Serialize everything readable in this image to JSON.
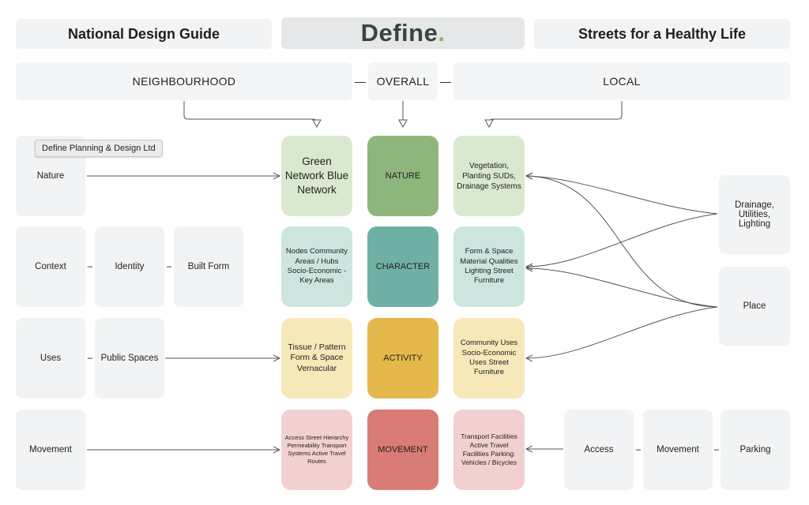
{
  "header": {
    "left_title": "National Design Guide",
    "logo_text": "Define",
    "logo_dot": ".",
    "right_title": "Streets for a Healthy Life"
  },
  "scopes": {
    "neighbourhood": "NEIGHBOURHOOD",
    "overall": "OVERALL",
    "local": "LOCAL",
    "dash": "—"
  },
  "badge": "Define Planning & Design Ltd",
  "left_items": {
    "nature": "Nature",
    "context": "Context",
    "identity": "Identity",
    "built_form": "Built Form",
    "uses": "Uses",
    "public_spaces": "Public Spaces",
    "movement": "Movement",
    "dash": "–"
  },
  "neighbourhood_cards": {
    "nature": "Green Network Blue Network",
    "character": "Nodes Community Areas / Hubs Socio-Economic - Key Areas",
    "activity": "Tissue / Pattern Form & Space Vernacular",
    "movement": "Access Street Hierarchy Permeability Transport Systems Active Travel Routes"
  },
  "overall_cards": {
    "nature": "NATURE",
    "character": "CHARACTER",
    "activity": "ACTIVITY",
    "movement": "MOVEMENT"
  },
  "local_cards": {
    "nature": "Vegetation, Planting SUDs, Drainage Systems",
    "character": "Form & Space Material Qualities Lighting Street Furniture",
    "activity": "Community Uses Socio-Economic Uses Street Furniture",
    "movement": "Transport Facilities Active Travel Facilities Parking: Vehicles / Bicycles"
  },
  "right_items": {
    "drainage": "Drainage, Utilities, Lighting",
    "place": "Place",
    "access": "Access",
    "movement": "Movement",
    "parking": "Parking",
    "dash": "–"
  },
  "colors": {
    "nature_light": "#d9e9cf",
    "nature_dark": "#8db67c",
    "character_light": "#cce5df",
    "character_dark": "#6fb0a5",
    "activity_light": "#f6e8b8",
    "activity_dark": "#e5b84c",
    "movement_light": "#f3d0d0",
    "movement_dark": "#d97b76",
    "line": "#555555"
  }
}
